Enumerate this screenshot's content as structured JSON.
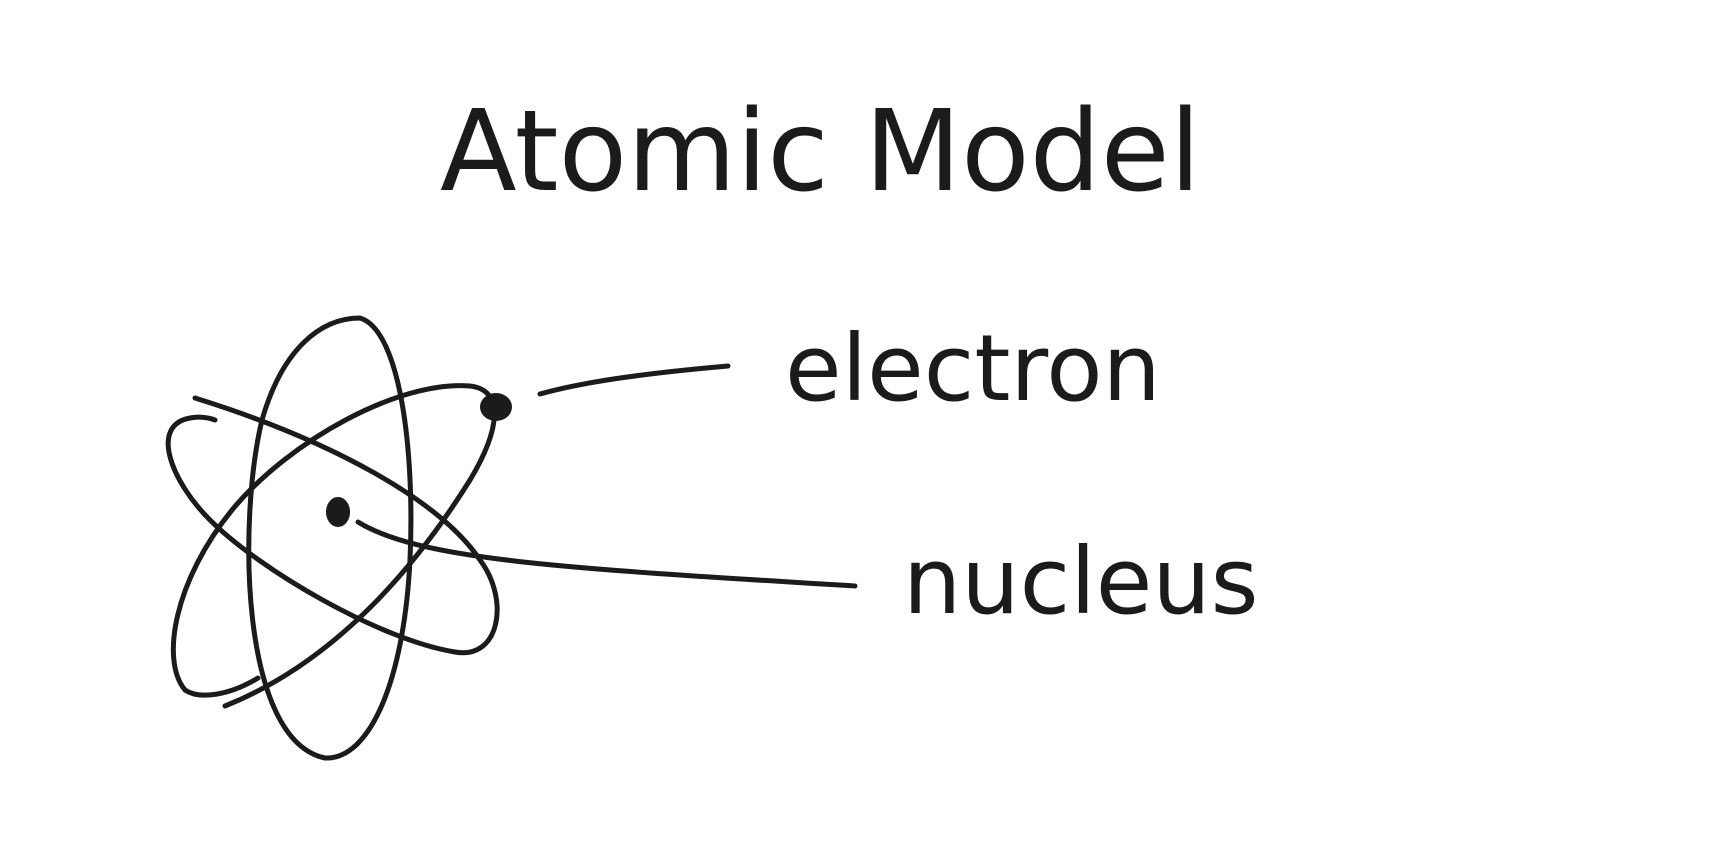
{
  "title": "Atomic Model",
  "labels": {
    "electron": "electron",
    "nucleus": "nucleus"
  },
  "colors": {
    "ink": "#1b1b1b",
    "background": "#ffffff"
  }
}
